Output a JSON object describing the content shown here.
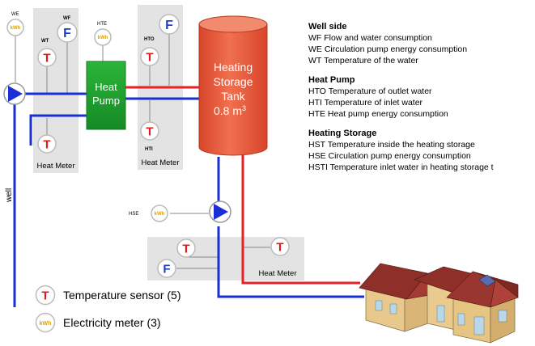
{
  "sensors": {
    "we": {
      "label": "WE",
      "icon_text": "kWh"
    },
    "wf": {
      "label": "WF",
      "icon_text": "F"
    },
    "wt": {
      "label": "WT",
      "icon_text": "T"
    },
    "hte": {
      "label": "HTE",
      "icon_text": "kWh"
    },
    "hto": {
      "label": "HTO",
      "icon_text": "T"
    },
    "hto_flow": {
      "icon_text": "F"
    },
    "hti": {
      "label": "HTI",
      "icon_text": "T"
    },
    "well_return_temp": {
      "icon_text": "T"
    },
    "hse": {
      "label": "HSE",
      "icon_text": "kWh"
    },
    "house_t1": {
      "icon_text": "T"
    },
    "house_t2": {
      "icon_text": "T"
    },
    "house_f": {
      "icon_text": "F"
    }
  },
  "components": {
    "heat_pump": [
      "Heat",
      "Pump"
    ],
    "tank": [
      "Heating",
      "Storage",
      "Tank"
    ],
    "tank_volume": "0.8 m",
    "tank_volume_sup": "3",
    "heat_meter_1": "Heat Meter",
    "heat_meter_2": "Heat Meter",
    "heat_meter_3": "Heat Meter",
    "well": "well"
  },
  "legend": {
    "sections": [
      {
        "title": "Well side",
        "rows": [
          {
            "code": "WF",
            "text": "Flow and water consumption"
          },
          {
            "code": "WE",
            "text": "Circulation pump energy consumption"
          },
          {
            "code": "WT",
            "text": "Temperature of the water"
          }
        ]
      },
      {
        "title": "Heat Pump",
        "rows": [
          {
            "code": "HTO",
            "text": "Temperature of outlet water"
          },
          {
            "code": "HTI",
            "text": "Temperature of inlet water"
          },
          {
            "code": "HTE",
            "text": "Heat pump energy consumption"
          }
        ]
      },
      {
        "title": "Heating Storage",
        "rows": [
          {
            "code": "HST",
            "text": "Temperature inside the heating storage"
          },
          {
            "code": "HSE",
            "text": "Circulation pump energy consumption"
          },
          {
            "code": "HSTI",
            "text": "Temperature inlet water in heating storage t"
          }
        ]
      }
    ]
  },
  "key": {
    "temp_icon": "T",
    "temp_label": "Temperature sensor (5)",
    "elec_icon": "kWh",
    "elec_label": "Electricity meter (3)"
  },
  "colors": {
    "hot_pipe": "#e8202a",
    "cold_pipe": "#1b2fd6",
    "heat_pump": "#21a030",
    "tank": "#e85a3c",
    "meter_bg": "#e3e3e3",
    "sensor_t": "#e01a1a",
    "sensor_f": "#1f3fc8",
    "sensor_kwh": "#d9a400"
  }
}
